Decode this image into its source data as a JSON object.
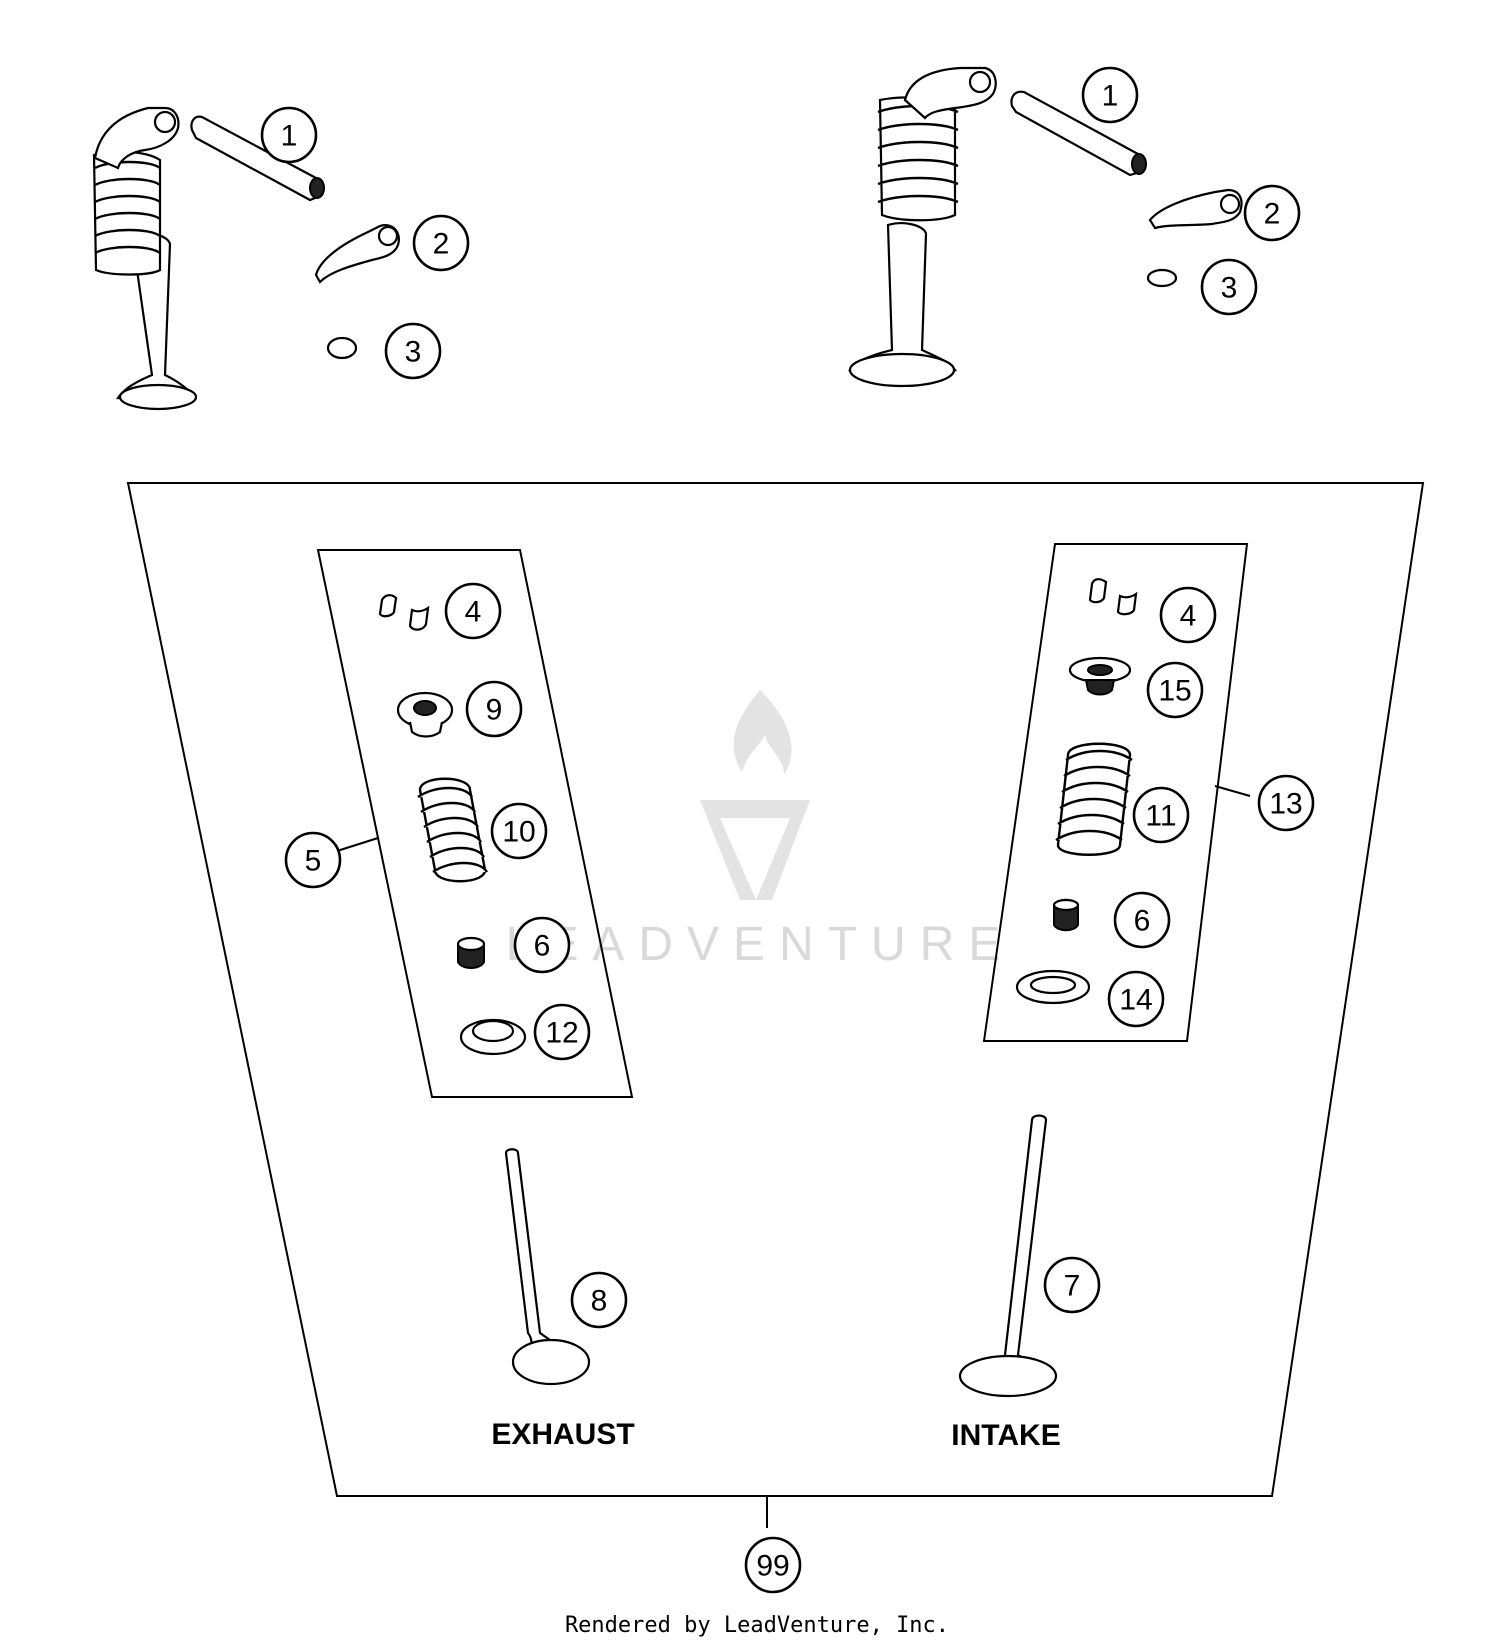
{
  "callouts": {
    "c1_left": "1",
    "c2_left": "2",
    "c3_left": "3",
    "c1_right": "1",
    "c2_right": "2",
    "c3_right": "3",
    "c4_left": "4",
    "c9": "9",
    "c10": "10",
    "c5": "5",
    "c6_left": "6",
    "c12": "12",
    "c4_right": "4",
    "c15": "15",
    "c11": "11",
    "c13": "13",
    "c6_right": "6",
    "c14": "14",
    "c8": "8",
    "c7": "7",
    "c99": "99"
  },
  "labels": {
    "exhaust": "EXHAUST",
    "intake": "INTAKE"
  },
  "watermark": "LEADVENTURE",
  "footer": "Rendered by LeadVenture, Inc."
}
